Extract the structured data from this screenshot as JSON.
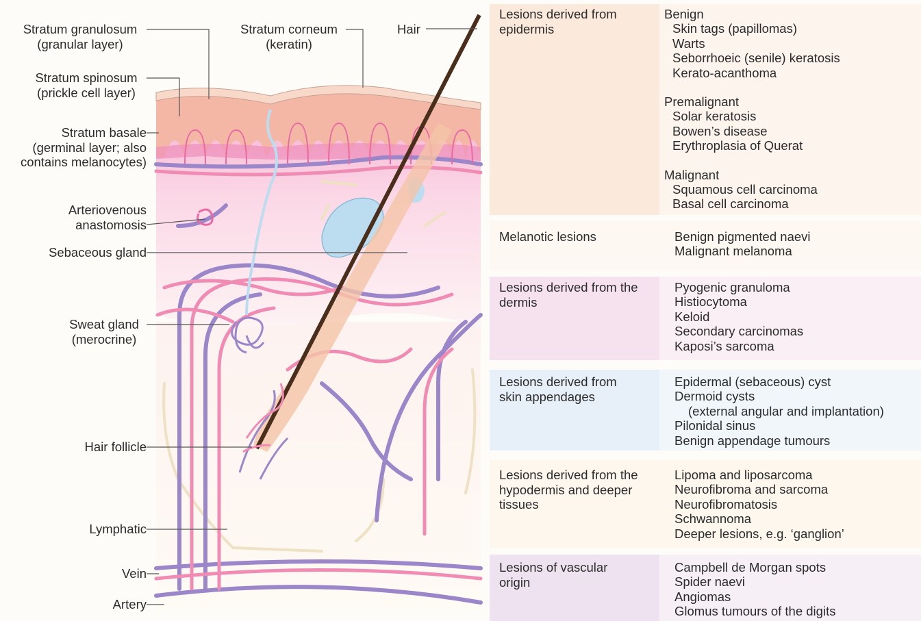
{
  "colors": {
    "epidermis_band": "#fbe9dc",
    "melanotic_band": "#fdf7f0",
    "dermis_band": "#f6e1ee",
    "appendage_band": "#e9f2f8",
    "hypodermis_band": "#fdf5ea",
    "vascular_band": "#efe4f1",
    "artery": "#f08cb4",
    "vein": "#9a86c8",
    "hair": "#4a2e1c",
    "lymphatic": "#efe1c4",
    "sweat": "#bcdcef"
  },
  "labels": {
    "granulosum": [
      "Stratum granulosum",
      "(granular layer)"
    ],
    "corneum": [
      "Stratum corneum",
      "(keratin)"
    ],
    "hair": "Hair",
    "spinosum": [
      "Stratum spinosum",
      "(prickle cell layer)"
    ],
    "basale": [
      "Stratum basale",
      "(germinal layer; also",
      "contains melanocytes)"
    ],
    "anastomosis": [
      "Arteriovenous",
      "anastomosis"
    ],
    "sebaceous": "Sebaceous gland",
    "sweat": [
      "Sweat gland",
      "(merocrine)"
    ],
    "follicle": "Hair follicle",
    "lymphatic": "Lymphatic",
    "vein": "Vein",
    "artery": "Artery"
  },
  "table": [
    {
      "category": [
        "Lesions derived from",
        "epidermis"
      ],
      "groups": [
        {
          "heading": "Benign",
          "items": [
            "Skin tags (papillomas)",
            "Warts",
            "Seborrhoeic (senile) keratosis",
            "Kerato-acanthoma"
          ]
        },
        {
          "heading": "Premalignant",
          "items": [
            "Solar keratosis",
            "Bowen’s disease",
            "Erythroplasia of Querat"
          ]
        },
        {
          "heading": "Malignant",
          "items": [
            "Squamous cell carcinoma",
            "Basal cell carcinoma"
          ]
        }
      ]
    },
    {
      "category": [
        "Melanotic lesions"
      ],
      "items": [
        "Benign pigmented naevi",
        "Malignant melanoma"
      ]
    },
    {
      "category": [
        "Lesions derived from the",
        "dermis"
      ],
      "items": [
        "Pyogenic granuloma",
        "Histiocytoma",
        "Keloid",
        "Secondary carcinomas",
        "Kaposi’s sarcoma"
      ]
    },
    {
      "category": [
        "Lesions derived from",
        "skin appendages"
      ],
      "items": [
        "Epidermal (sebaceous) cyst",
        "Dermoid cysts",
        "(external angular and implantation)",
        "Pilonidal sinus",
        "Benign appendage tumours"
      ]
    },
    {
      "category": [
        "Lesions derived from the",
        "hypodermis and deeper",
        "tissues"
      ],
      "items": [
        "Lipoma and liposarcoma",
        "Neurofibroma and sarcoma",
        "Neurofibromatosis",
        "Schwannoma",
        "Deeper lesions, e.g. ‘ganglion’"
      ]
    },
    {
      "category": [
        "Lesions of vascular",
        "origin"
      ],
      "items": [
        "Campbell de Morgan spots",
        "Spider naevi",
        "Angiomas",
        "Glomus tumours of the digits"
      ]
    }
  ]
}
